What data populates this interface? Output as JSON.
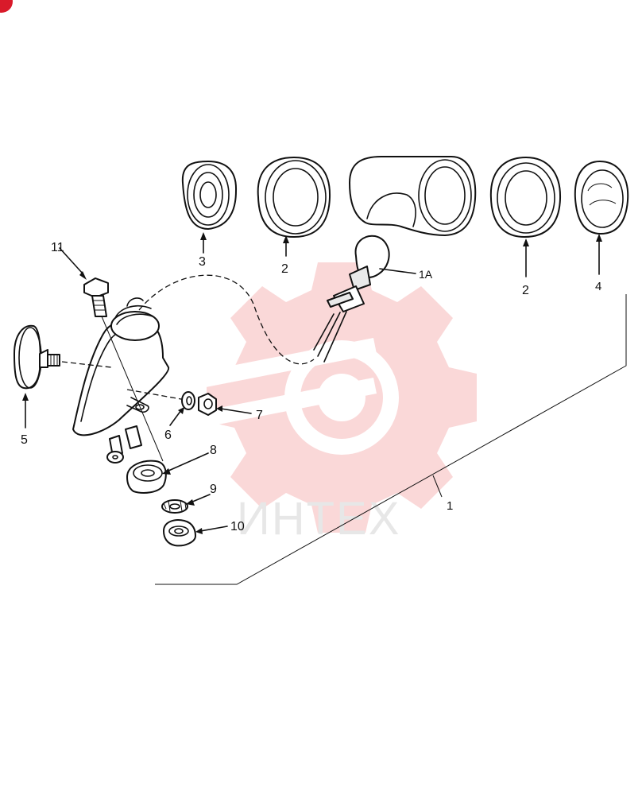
{
  "callouts": {
    "c11": "11",
    "c3": "3",
    "c2a": "2",
    "c1a": "1A",
    "c2b": "2",
    "c4": "4",
    "c5": "5",
    "c6": "6",
    "c7": "7",
    "c8": "8",
    "c9": "9",
    "c10": "10",
    "c1": "1"
  },
  "watermark": {
    "text": "ИНТЕХ",
    "color": "#f4a6a6"
  },
  "corner_badge_color": "#d91a2a"
}
